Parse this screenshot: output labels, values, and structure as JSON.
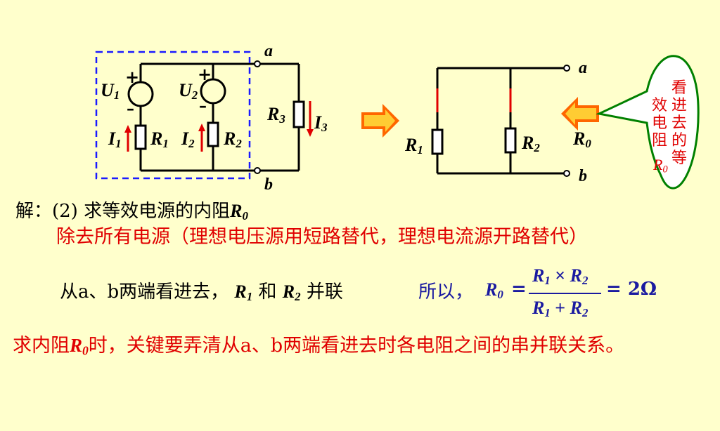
{
  "left_circuit": {
    "terminal_a": "a",
    "terminal_b": "b",
    "U1": "U",
    "U1_sub": "1",
    "U2": "U",
    "U2_sub": "2",
    "plus": "+",
    "minus": "–",
    "I1": "I",
    "I1_sub": "1",
    "R1": "R",
    "R1_sub": "1",
    "I2": "I",
    "I2_sub": "2",
    "R2": "R",
    "R2_sub": "2",
    "R3": "R",
    "R3_sub": "3",
    "I3": "I",
    "I3_sub": "3"
  },
  "right_circuit": {
    "terminal_a": "a",
    "terminal_b": "b",
    "R1": "R",
    "R1_sub": "1",
    "R2": "R",
    "R2_sub": "2",
    "R0": "R",
    "R0_sub": "0"
  },
  "bubble": {
    "col1": "看进去的等",
    "col2": "效电阻",
    "r0": "R",
    "r0_sub": "0"
  },
  "text": {
    "line1_prefix": "解：(2)  求等效电源的内阻",
    "line1_var": "R",
    "line1_sub": "0",
    "line2": "除去所有电源（理想电压源用短路替代，理想电流源开路替代）",
    "line3_a": "从a、b两端看进去，",
    "line3_r1": "R",
    "line3_r1_sub": "1",
    "line3_and": "和",
    "line3_r2": "R",
    "line3_r2_sub": "2",
    "line3_b": "并联",
    "line4_a": "求内阻",
    "line4_var": "R",
    "line4_sub": "0",
    "line4_b": "时，关键要弄清从a、b两端看进去时各电阻之间的串并联关系。"
  },
  "formula": {
    "prefix": "所以，",
    "lhs": "R",
    "lhs_sub": "0",
    "eq": "=",
    "num_r1": "R",
    "num_r1_sub": "1",
    "num_op": "×",
    "num_r2": "R",
    "num_r2_sub": "2",
    "den_r1": "R",
    "den_r1_sub": "1",
    "den_op": "+",
    "den_r2": "R",
    "den_r2_sub": "2",
    "result": "= 2Ω"
  },
  "colors": {
    "background": "#ffffcc",
    "wire": "#000000",
    "dashed_box": "#1a1aff",
    "accent_red": "#e00000",
    "bubble_border": "#008000",
    "arrow_orange": "#ff6600",
    "arrow_fill": "#ffcc33",
    "formula_blue": "#1a1aa0"
  }
}
